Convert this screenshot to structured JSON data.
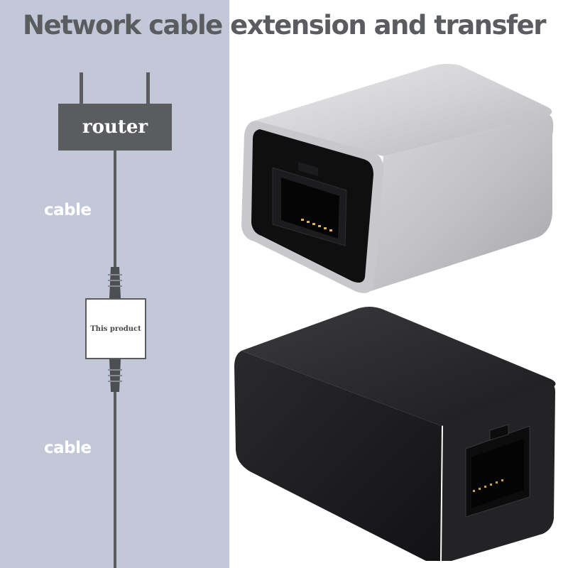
{
  "title": "Network cable extension and transfer",
  "diagram": {
    "router_label": "router",
    "cable_label_top": "cable",
    "product_label": "This product",
    "cable_label_bottom": "cable"
  },
  "colors": {
    "left_panel": "#c3c8d8",
    "diagram_stroke": "#5b5c60",
    "silver_body": "#c9c9cc",
    "black_body": "#1e1e20"
  }
}
